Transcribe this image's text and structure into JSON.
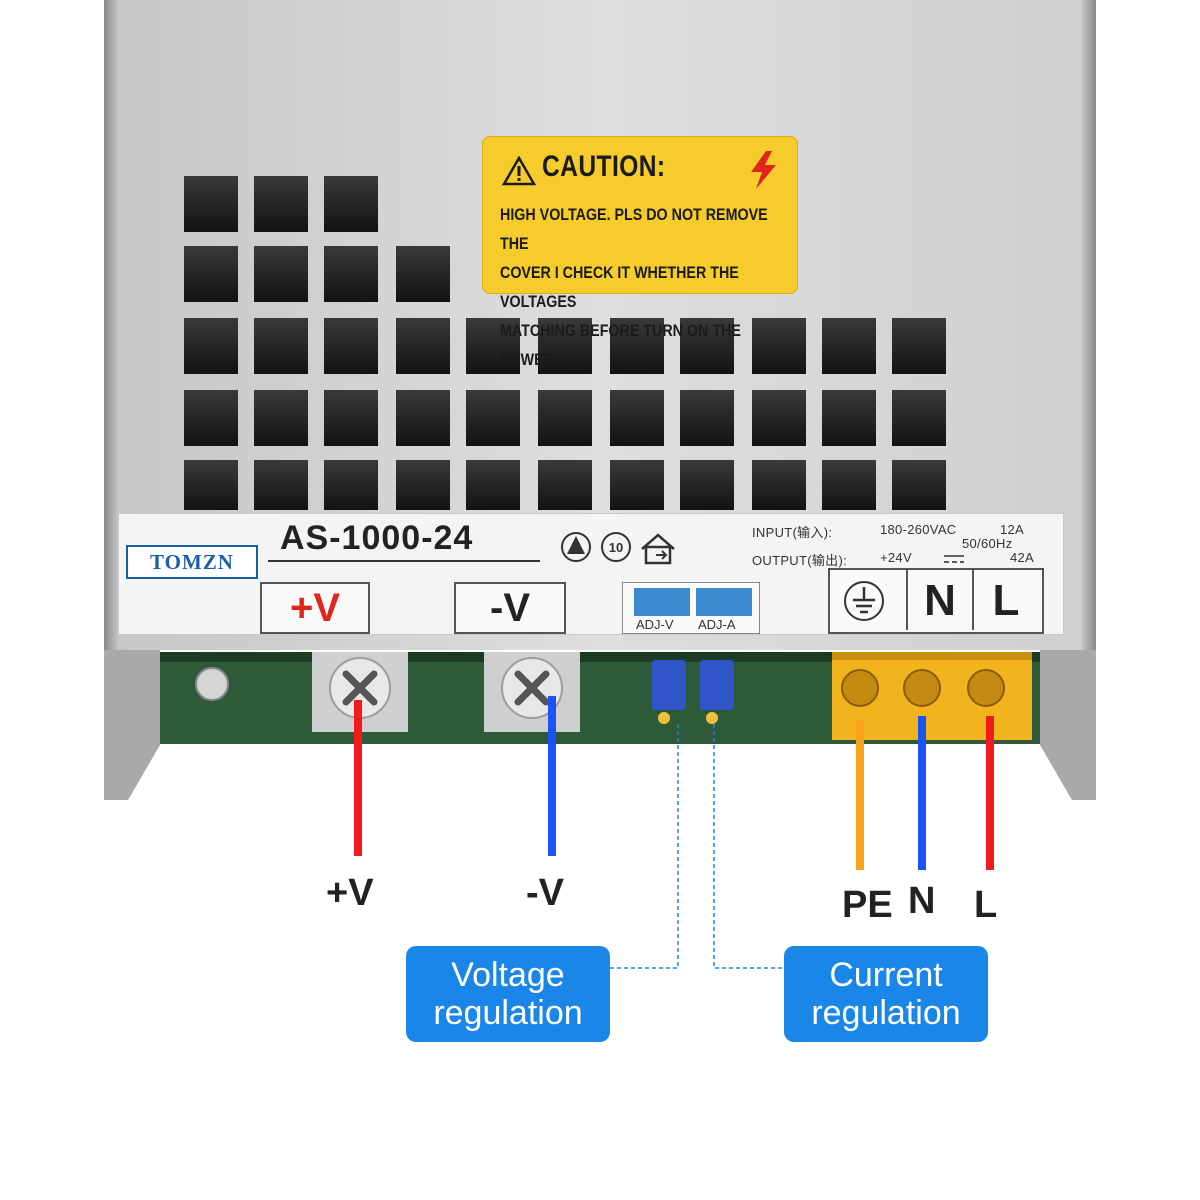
{
  "caution": {
    "title": "CAUTION:",
    "text": "HIGH VOLTAGE. PLS DO NOT REMOVE THE\nCOVER I CHECK IT WHETHER THE VOLTAGES\nMATCHING BEFORE TURN ON THE POWER!",
    "background": "#f6cb2c"
  },
  "label": {
    "brand": "TOMZN",
    "model": "AS-1000-24",
    "input_label": "INPUT(输入):",
    "input_voltage": "180-260VAC",
    "input_current": "12A",
    "input_freq": "50/60Hz",
    "output_label": "OUTPUT(输出):",
    "output_voltage": "+24V",
    "output_current": "42A",
    "cert_icons": [
      "ccc-mark-icon",
      "ten-year-mark-icon",
      "indoor-use-icon"
    ],
    "terminals": {
      "plus_v": "+V",
      "minus_v": "-V",
      "adj_v": "ADJ-V",
      "adj_a": "ADJ-A",
      "n": "N",
      "l": "L",
      "ground_icon": "ground-icon"
    }
  },
  "wires": {
    "plus_v": {
      "label": "+V",
      "color": "#f21a1a"
    },
    "minus_v": {
      "label": "-V",
      "color": "#1a55f2"
    },
    "pe": {
      "label": "PE",
      "color": "#f9a21a"
    },
    "n": {
      "label": "N",
      "color": "#1a55f2"
    },
    "l": {
      "label": "L",
      "color": "#f21a1a"
    }
  },
  "callouts": {
    "voltage": {
      "line1": "Voltage",
      "line2": "regulation"
    },
    "current": {
      "line1": "Current",
      "line2": "regulation"
    },
    "color": "#1a86e8"
  }
}
